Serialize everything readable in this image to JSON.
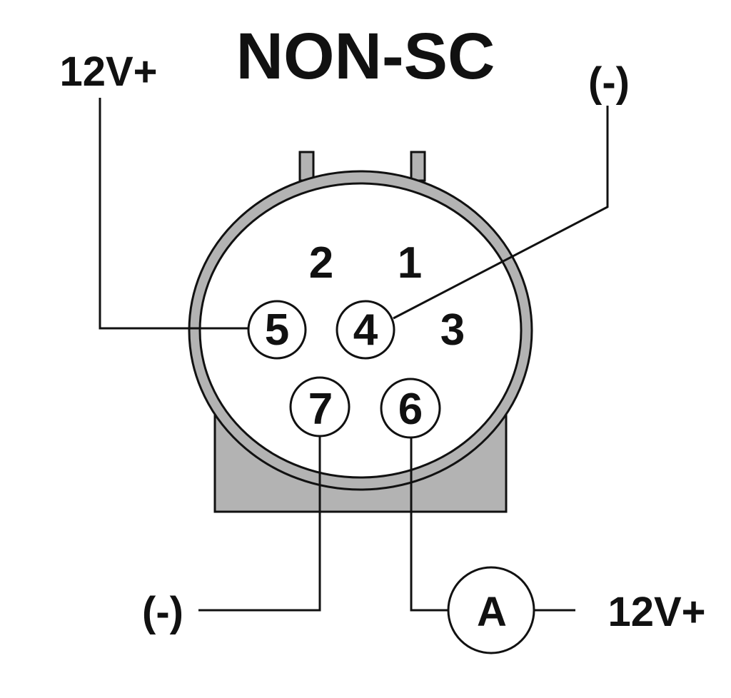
{
  "title": "NON-SC",
  "labels": {
    "top_left_supply": "12V+",
    "top_right_ground": "(-)",
    "bottom_left_ground": "(-)",
    "bottom_right_supply": "12V+",
    "ammeter": "A"
  },
  "pins": {
    "p1": "1",
    "p2": "2",
    "p3": "3",
    "p4": "4",
    "p5": "5",
    "p6": "6",
    "p7": "7"
  },
  "colors": {
    "housing_gray": "#b3b3b3",
    "line": "#111111"
  }
}
